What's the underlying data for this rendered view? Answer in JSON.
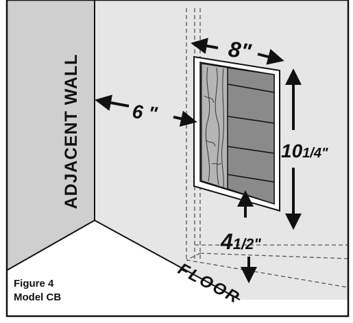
{
  "labels": {
    "adjacent_wall": "ADJACENT WALL",
    "floor": "FLOOR",
    "width": "8\"",
    "side_clearance": "6 \"",
    "height_whole": "10",
    "height_frac": "1/4\"",
    "floor_clearance_whole": "4",
    "floor_clearance_frac": "1/2\""
  },
  "caption": {
    "figure": "Figure 4",
    "model": "Model CB"
  },
  "colors": {
    "wall": "#e6e6e6",
    "side_wall": "#cfcfcf",
    "floor": "#ffffff",
    "louver": "#8a8a8a",
    "insulation": "#b5b5b5",
    "line": "#111111"
  }
}
